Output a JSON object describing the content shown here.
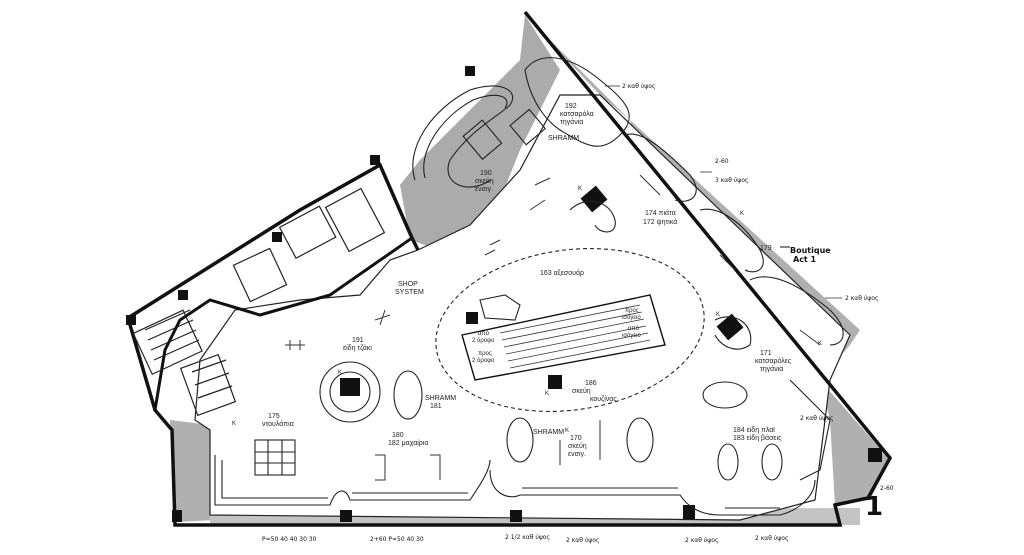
{
  "sheet_number": "1",
  "stamp": [
    "Boutique",
    "Act 1"
  ],
  "labels": {
    "l192": [
      "192",
      "κατσαρόλα",
      "τηγάνια"
    ],
    "shramm_top": "SHRAMM",
    "l190": [
      "190",
      "σκεύη",
      "ενσιγ."
    ],
    "l174": [
      "174 πιάτα",
      "172 ψητικά"
    ],
    "l179": "179",
    "l163": "163 αξεσουάρ",
    "shop_system": [
      "SHOP",
      "SYSTEM"
    ],
    "l171": [
      "171",
      "κατσαρόλες",
      "τηγάνια"
    ],
    "l191": [
      "191",
      "είδη τζάκι"
    ],
    "l175": [
      "175",
      "ντουλάπια"
    ],
    "shramm_left": [
      "SHRAMM",
      "181"
    ],
    "l180": [
      "180",
      "182 μαχαίρια"
    ],
    "l186": [
      "186",
      "σκεύη",
      "κουζίνας"
    ],
    "shramm_mid": "SHRAMM",
    "l170": [
      "170",
      "σκεύη",
      "ενσιγ."
    ],
    "l184": [
      "184 είδη πλαϊ",
      "183 είδη βάσεις"
    ],
    "esc": [
      "από",
      "2 όροφο",
      "προς",
      "2 όροφο",
      "προς",
      "ισόγειο",
      "από",
      "ισόγειο"
    ]
  },
  "notes": {
    "right1": "2 καθ ύψος",
    "right2": "2 καθ ύψος",
    "right3": "3 καθ ύψος",
    "right_top": "2 καθ ύψος",
    "dim1": "2-60",
    "dim2": "2-60",
    "bottom1": "2+60 P=50 40 30",
    "bottom2": "2 1/2 καθ ύψος",
    "bottom3": "2 καθ ύψος",
    "bottom4": "2 καθ ύψος",
    "bottom5": "2 καθ ύψος",
    "bottom_left": "P=50 40 40 30 30"
  },
  "column_mark": "K"
}
